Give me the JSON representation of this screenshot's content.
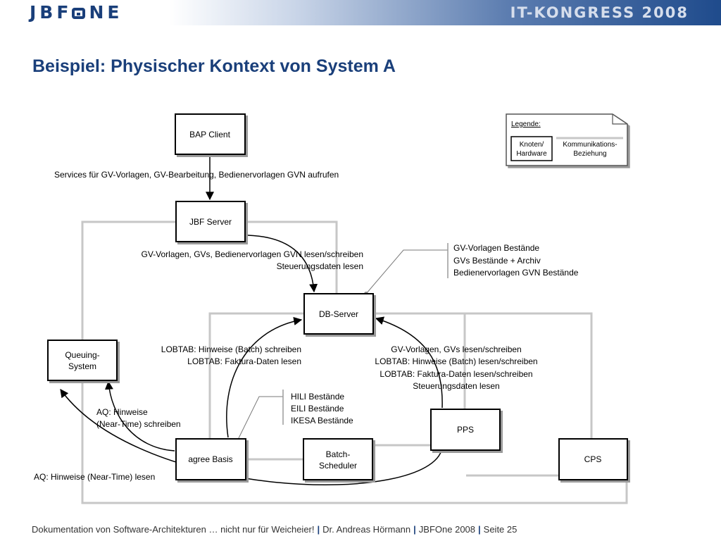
{
  "header": {
    "logo": "JBFONE",
    "congress": "IT-KONGRESS 2008"
  },
  "page_title": "Beispiel: Physischer Kontext von System A",
  "legend": {
    "title": "Legende:",
    "node": [
      "Knoten/",
      "Hardware"
    ],
    "relation": [
      "Kommunikations-",
      "Beziehung"
    ]
  },
  "nodes": {
    "bap_client": "BAP Client",
    "jbf_server": "JBF Server",
    "db_server": "DB-Server",
    "queuing": [
      "Queuing-",
      "System"
    ],
    "agree_basis": "agree Basis",
    "batch_scheduler": [
      "Batch-",
      "Scheduler"
    ],
    "pps": "PPS",
    "cps": "CPS"
  },
  "labels": {
    "bap_services": "Services für GV-Vorlagen, GV-Bearbeitung, Bedienervorlagen GVN aufrufen",
    "jbf_db": [
      "GV-Vorlagen, GVs, Bedienervorlagen GVN lesen/schreiben",
      "Steuerungsdaten lesen"
    ],
    "agree_db": [
      "LOBTAB: Hinweise (Batch) schreiben",
      "LOBTAB: Faktura-Daten lesen"
    ],
    "pps_db": [
      "GV-Vorlagen, GVs lesen/schreiben",
      "LOBTAB: Hinweise (Batch) lesen/schreiben",
      "LOBTAB: Faktura-Daten lesen/schreiben",
      "Steuerungsdaten lesen"
    ],
    "aq_write": [
      "AQ: Hinweise",
      "(Near-Time) schreiben"
    ],
    "aq_read": "AQ: Hinweise (Near-Time) lesen"
  },
  "notes": {
    "db_stocks": [
      "GV-Vorlagen Bestände",
      "GVs Bestände + Archiv",
      "Bedienervorlagen GVN Bestände"
    ],
    "agree_stocks": [
      "HILI Bestände",
      "EILI Bestände",
      "IKESA Bestände"
    ]
  },
  "footer": {
    "doc": "Dokumentation von Software-Architekturen … nicht nur für Weicheier!",
    "author": "Dr. Andreas Hörmann",
    "event": "JBFOne 2008",
    "page": "Seite 25"
  }
}
